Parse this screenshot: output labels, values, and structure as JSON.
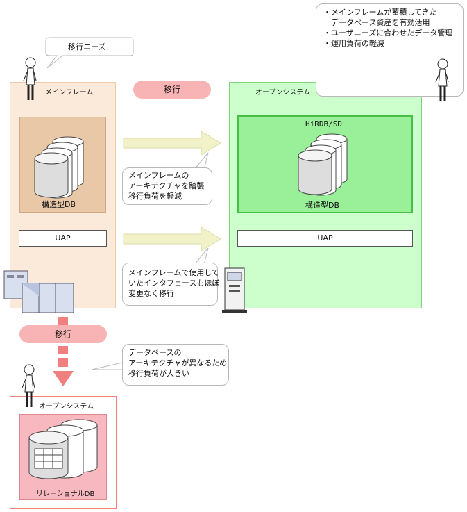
{
  "speech_top": "移行ニーズ",
  "benefits": [
    "・メインフレームが蓄積してきた",
    "　データベース資産を有効活用",
    "・ユーザニーズに合わせたデータ管理",
    "・運用負荷の軽減"
  ],
  "mainframe": {
    "title": "メインフレーム",
    "db_label": "構造型DB",
    "uap": "UAP"
  },
  "migrate_top": "移行",
  "open_system_right": {
    "title": "オープンシステム",
    "product": "HiRDB/SD",
    "db_label": "構造型DB",
    "uap": "UAP"
  },
  "callout_db": [
    "メインフレームの",
    "アーキテクチャを踏襲",
    "移行負荷を軽減"
  ],
  "callout_uap": [
    "メインフレームで使用して",
    "いたインタフェースもほぼ",
    "変更なく移行"
  ],
  "migrate_down": "移行",
  "callout_rdb": [
    "データベースの",
    "アーキテクチャが異なるため",
    "移行負荷が大きい"
  ],
  "open_system_bottom": {
    "title": "オープンシステム",
    "db_label": "リレーショナルDB"
  },
  "colors": {
    "mainframe_bg": "#fbe9da",
    "mainframe_border": "#f0c9a8",
    "db_box_tan": "#e9c8a8",
    "green_bg": "#ccffcc",
    "green_border": "#7fd67f",
    "green_inner": "#99f099",
    "pill_pink": "#f8b4b4",
    "arrow_yellow": "#f2f2c8",
    "pink_arrow": "#f08080",
    "rdb_bg": "#f8b8c0"
  }
}
